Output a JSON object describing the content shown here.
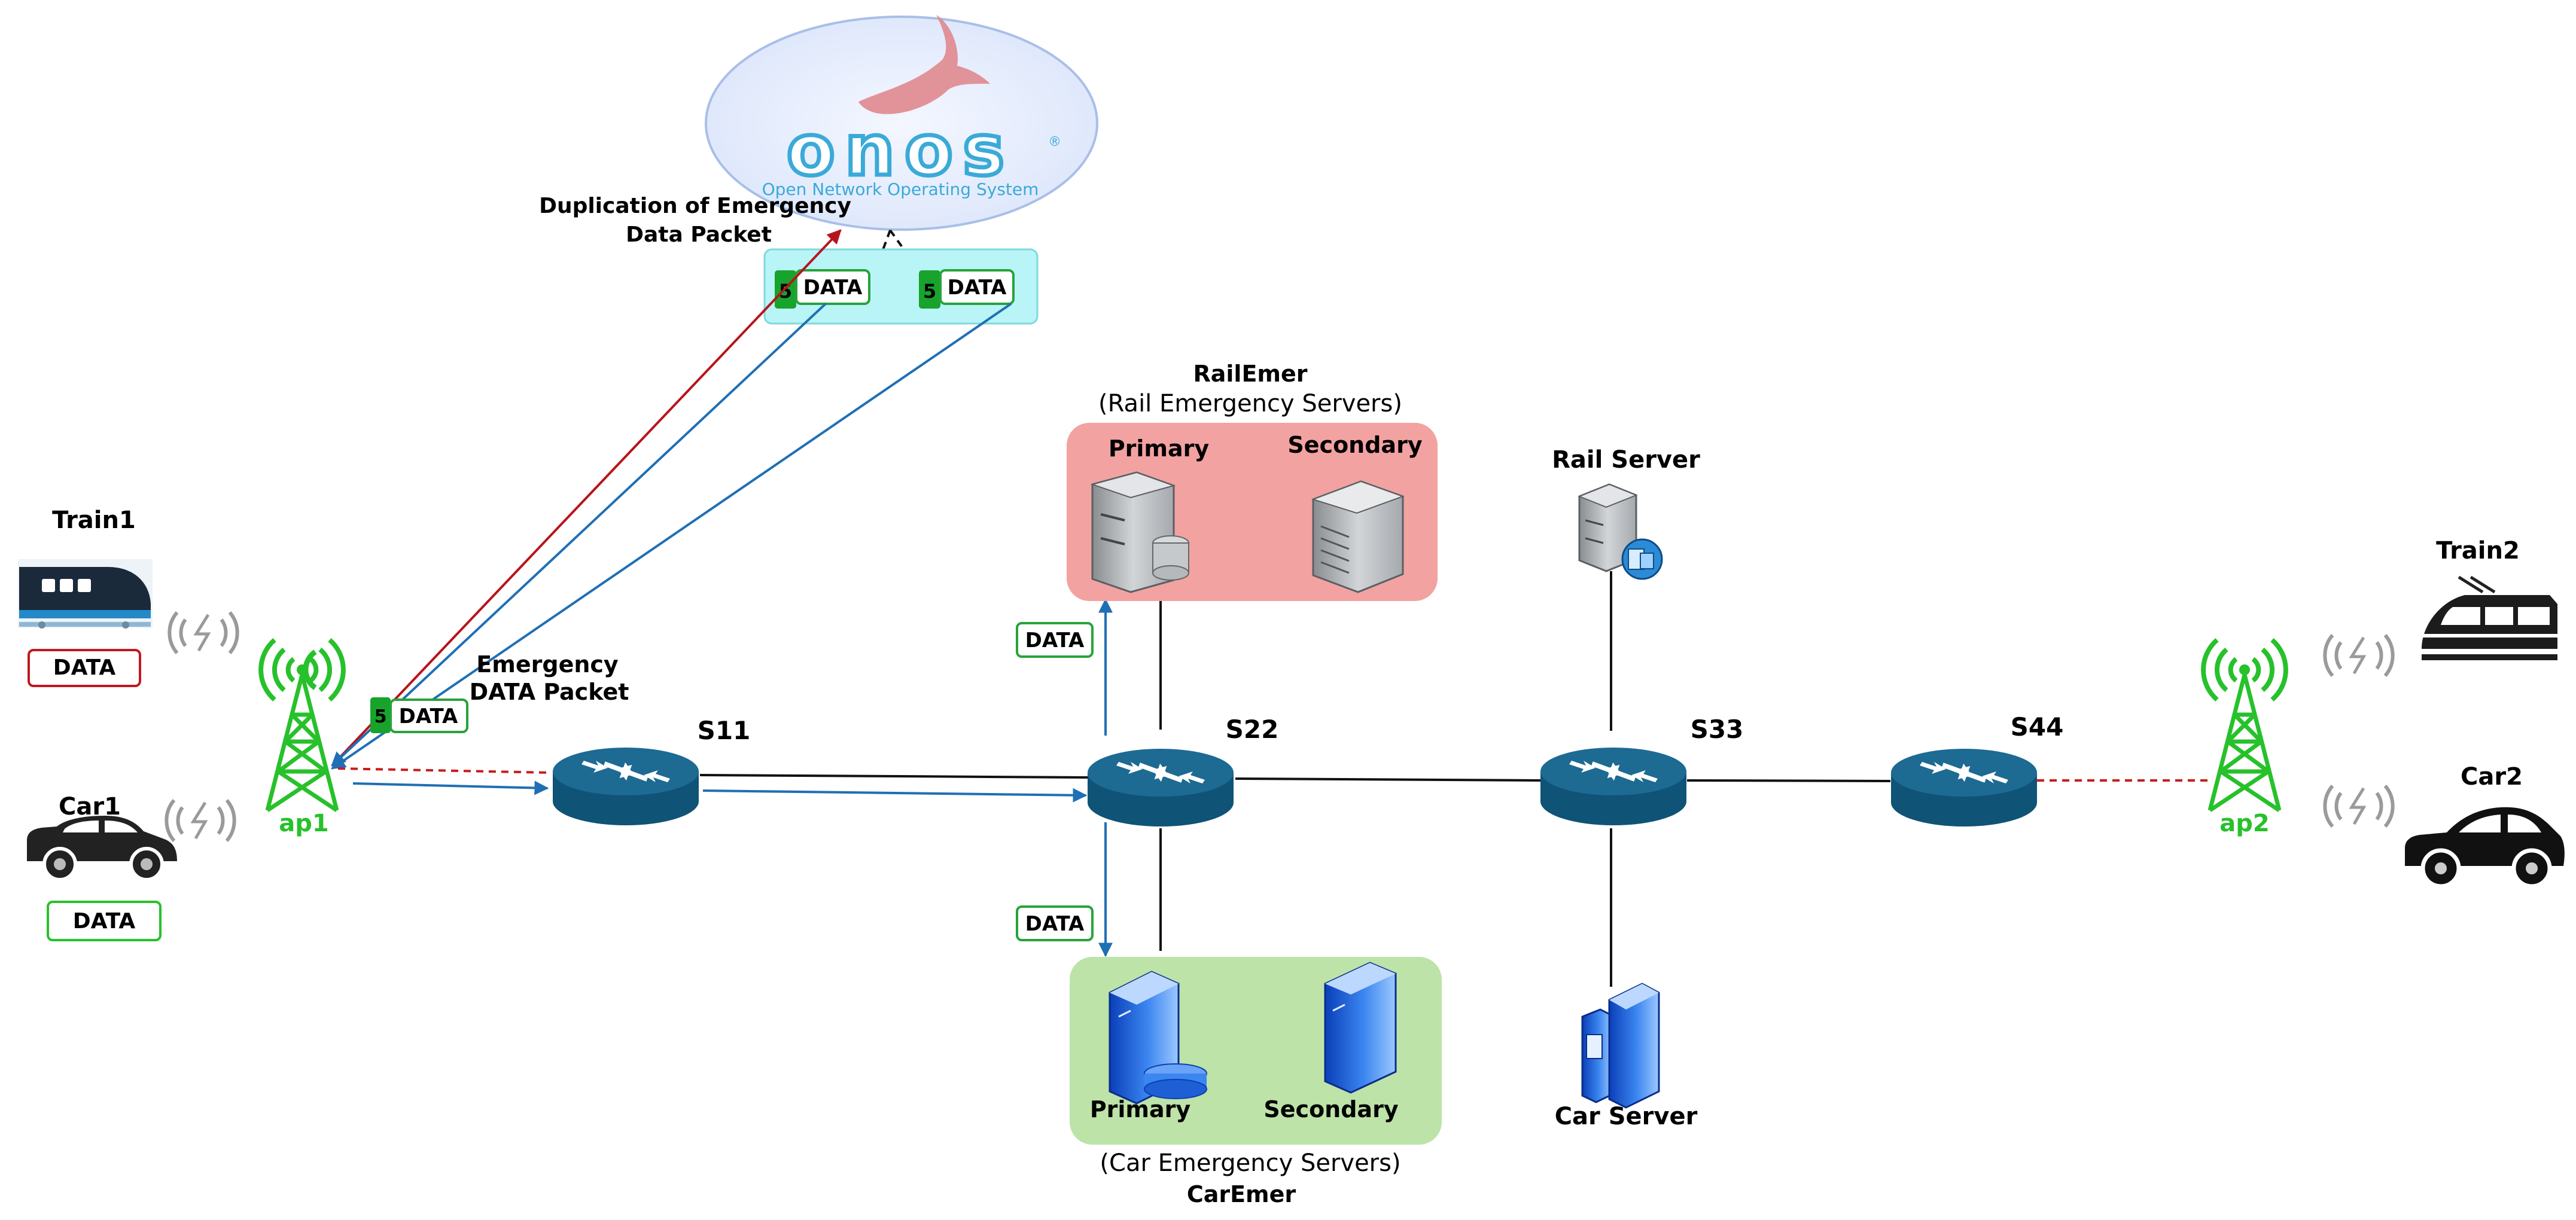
{
  "controller": {
    "name": "onos",
    "subtitle": "Open Network Operating System",
    "registered": "®"
  },
  "duplication": {
    "line1": "Duplication of Emergency",
    "line2": "Data Packet"
  },
  "packets": {
    "priority": "5",
    "data": "DATA"
  },
  "emergency_packet": {
    "line1": "Emergency",
    "line2": "DATA Packet"
  },
  "rail_emer": {
    "title": "RailEmer",
    "subtitle": "(Rail Emergency Servers)",
    "primary": "Primary",
    "secondary": "Secondary"
  },
  "car_emer": {
    "title": "CarEmer",
    "subtitle": "(Car Emergency Servers)",
    "primary": "Primary",
    "secondary": "Secondary"
  },
  "servers": {
    "rail": "Rail Server",
    "car": "Car Server"
  },
  "switches": [
    "S11",
    "S22",
    "S33",
    "S44"
  ],
  "access_points": [
    "ap1",
    "ap2"
  ],
  "vehicles": {
    "train1": "Train1",
    "car1": "Car1",
    "train2": "Train2",
    "car2": "Car2"
  },
  "colors": {
    "ap_green": "#27c12b",
    "router_blue": "#1d6a93",
    "link_blue": "#1f6fb5",
    "dup_red": "#b8141b",
    "rail_box": "#f2a3a1",
    "car_box": "#bde3a8",
    "packet_box": "#b9f4f7"
  }
}
